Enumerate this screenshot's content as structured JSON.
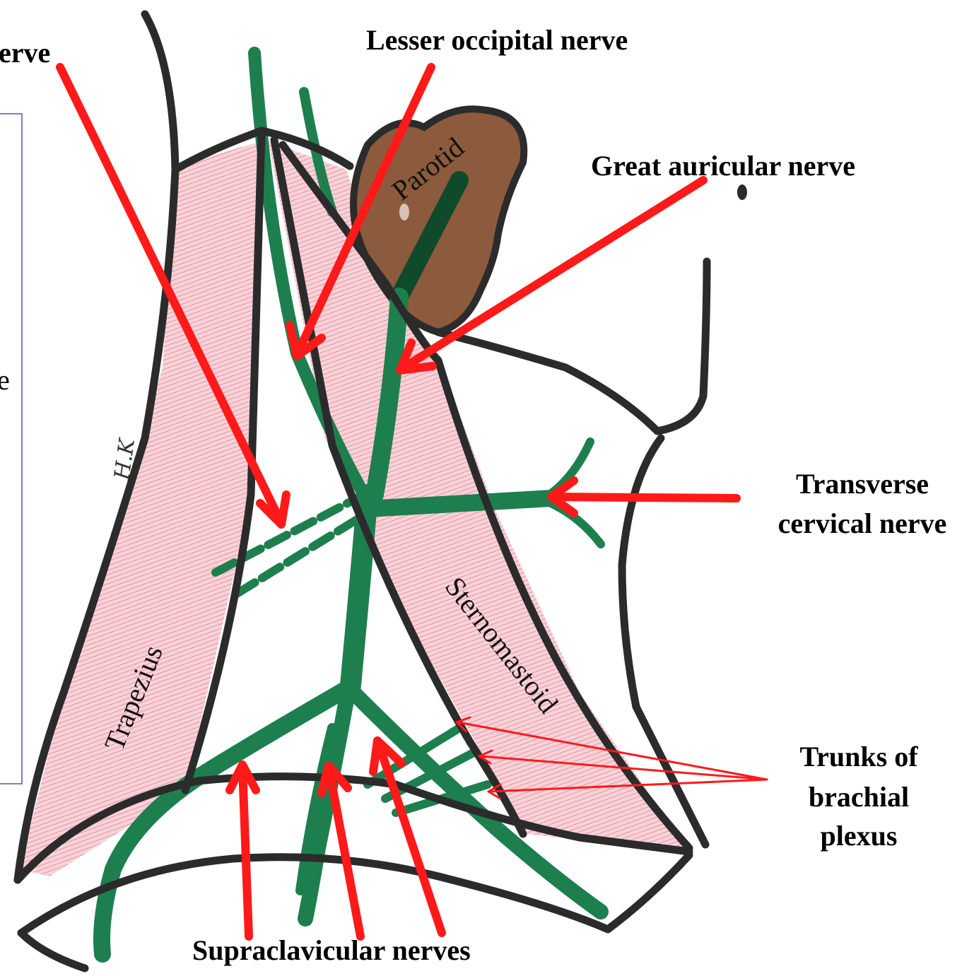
{
  "labels": {
    "top_left_fragment": "erve",
    "lesser_occipital": "Lesser occipital nerve",
    "great_auricular": "Great auricular nerve",
    "transverse_cervical_line1": "Transverse",
    "transverse_cervical_line2": "cervical nerve",
    "trunks_line1": "Trunks of",
    "trunks_line2": "brachial",
    "trunks_line3": "plexus",
    "supraclavicular": "Supraclavicular nerves"
  },
  "structures": {
    "parotid": "Parotid",
    "trapezius": "Trapezius",
    "sternomastoid": "Sternomastoid",
    "signature": "H.K"
  },
  "sidebox": {
    "glyph": "e"
  },
  "colors": {
    "nerve": "#1e7f4e",
    "nerve_dark": "#0f4a2a",
    "muscle_fill": "#f4c4cc",
    "muscle_stroke": "#e06c82",
    "outline": "#2b2b2b",
    "pointer": "#ff1a1a",
    "parotid": "#8c5a3c",
    "box_border": "#8e7ab0"
  }
}
